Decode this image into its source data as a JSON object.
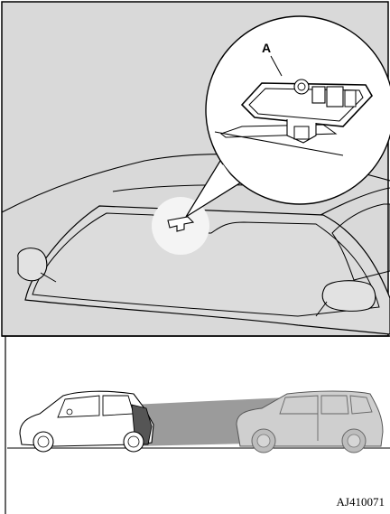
{
  "figure": {
    "callout_label": "A",
    "figure_code": "AJ410071"
  },
  "colors": {
    "top_panel_bg": "#d9d9d9",
    "bottom_panel_bg": "#ffffff",
    "vehicle_fill": "#cfcfcf",
    "beam_fill": "#8a8a8a",
    "line": "#000000"
  },
  "icons": [
    "windshield-camera-callout",
    "front-camera-unit",
    "rear-car-outline",
    "lead-vehicle-silhouette",
    "detection-beam"
  ]
}
